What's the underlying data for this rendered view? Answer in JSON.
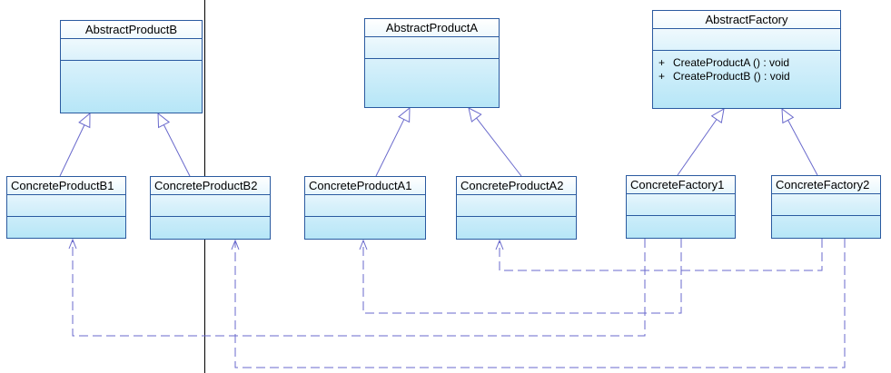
{
  "colors": {
    "border": "#2a5aa0",
    "fill_top": "#ffffff",
    "fill_bottom": "#b6e6f7",
    "relation_line": "#6a6acc",
    "separator": "#000000"
  },
  "classes": {
    "abstract_product_b": {
      "name": "AbstractProductB"
    },
    "abstract_product_a": {
      "name": "AbstractProductA"
    },
    "abstract_factory": {
      "name": "AbstractFactory",
      "operations": [
        {
          "visibility": "+",
          "signature": "CreateProductA () : void"
        },
        {
          "visibility": "+",
          "signature": "CreateProductB () : void"
        }
      ]
    },
    "concrete_product_b1": {
      "name": "ConcreteProductB1"
    },
    "concrete_product_b2": {
      "name": "ConcreteProductB2"
    },
    "concrete_product_a1": {
      "name": "ConcreteProductA1"
    },
    "concrete_product_a2": {
      "name": "ConcreteProductA2"
    },
    "concrete_factory1": {
      "name": "ConcreteFactory1"
    },
    "concrete_factory2": {
      "name": "ConcreteFactory2"
    }
  },
  "relations": [
    {
      "type": "generalization",
      "from": "concrete_product_b1",
      "to": "abstract_product_b"
    },
    {
      "type": "generalization",
      "from": "concrete_product_b2",
      "to": "abstract_product_b"
    },
    {
      "type": "generalization",
      "from": "concrete_product_a1",
      "to": "abstract_product_a"
    },
    {
      "type": "generalization",
      "from": "concrete_product_a2",
      "to": "abstract_product_a"
    },
    {
      "type": "generalization",
      "from": "concrete_factory1",
      "to": "abstract_factory"
    },
    {
      "type": "generalization",
      "from": "concrete_factory2",
      "to": "abstract_factory"
    },
    {
      "type": "dependency",
      "from": "concrete_factory1",
      "to": "concrete_product_b1"
    },
    {
      "type": "dependency",
      "from": "concrete_factory1",
      "to": "concrete_product_a1"
    },
    {
      "type": "dependency",
      "from": "concrete_factory2",
      "to": "concrete_product_a2"
    },
    {
      "type": "dependency",
      "from": "concrete_factory2",
      "to": "concrete_product_b2"
    }
  ]
}
